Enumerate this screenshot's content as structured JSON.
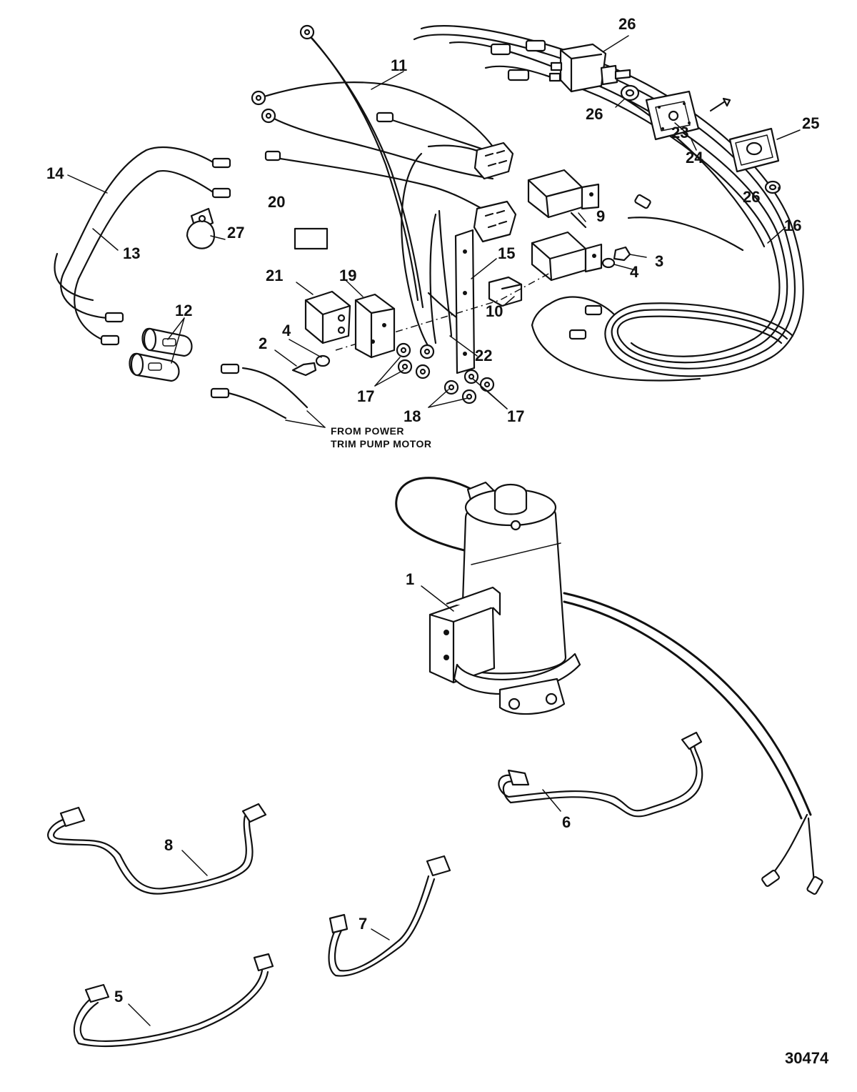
{
  "callouts": {
    "c1": "1",
    "c2": "2",
    "c3": "3",
    "c4a": "4",
    "c4b": "4",
    "c5": "5",
    "c6": "6",
    "c7": "7",
    "c8": "8",
    "c9": "9",
    "c10": "10",
    "c11": "11",
    "c12": "12",
    "c13": "13",
    "c14": "14",
    "c15": "15",
    "c16": "16",
    "c17a": "17",
    "c17b": "17",
    "c18": "18",
    "c19": "19",
    "c20": "20",
    "c21": "21",
    "c22": "22",
    "c23": "23",
    "c24": "24",
    "c25": "25",
    "c26a": "26",
    "c26b": "26",
    "c26c": "26",
    "c27": "27"
  },
  "note": {
    "line1": "FROM POWER",
    "line2": "TRIM PUMP MOTOR"
  },
  "figure_number": "30474",
  "colors": {
    "ink": "#111111",
    "background": "#ffffff"
  }
}
